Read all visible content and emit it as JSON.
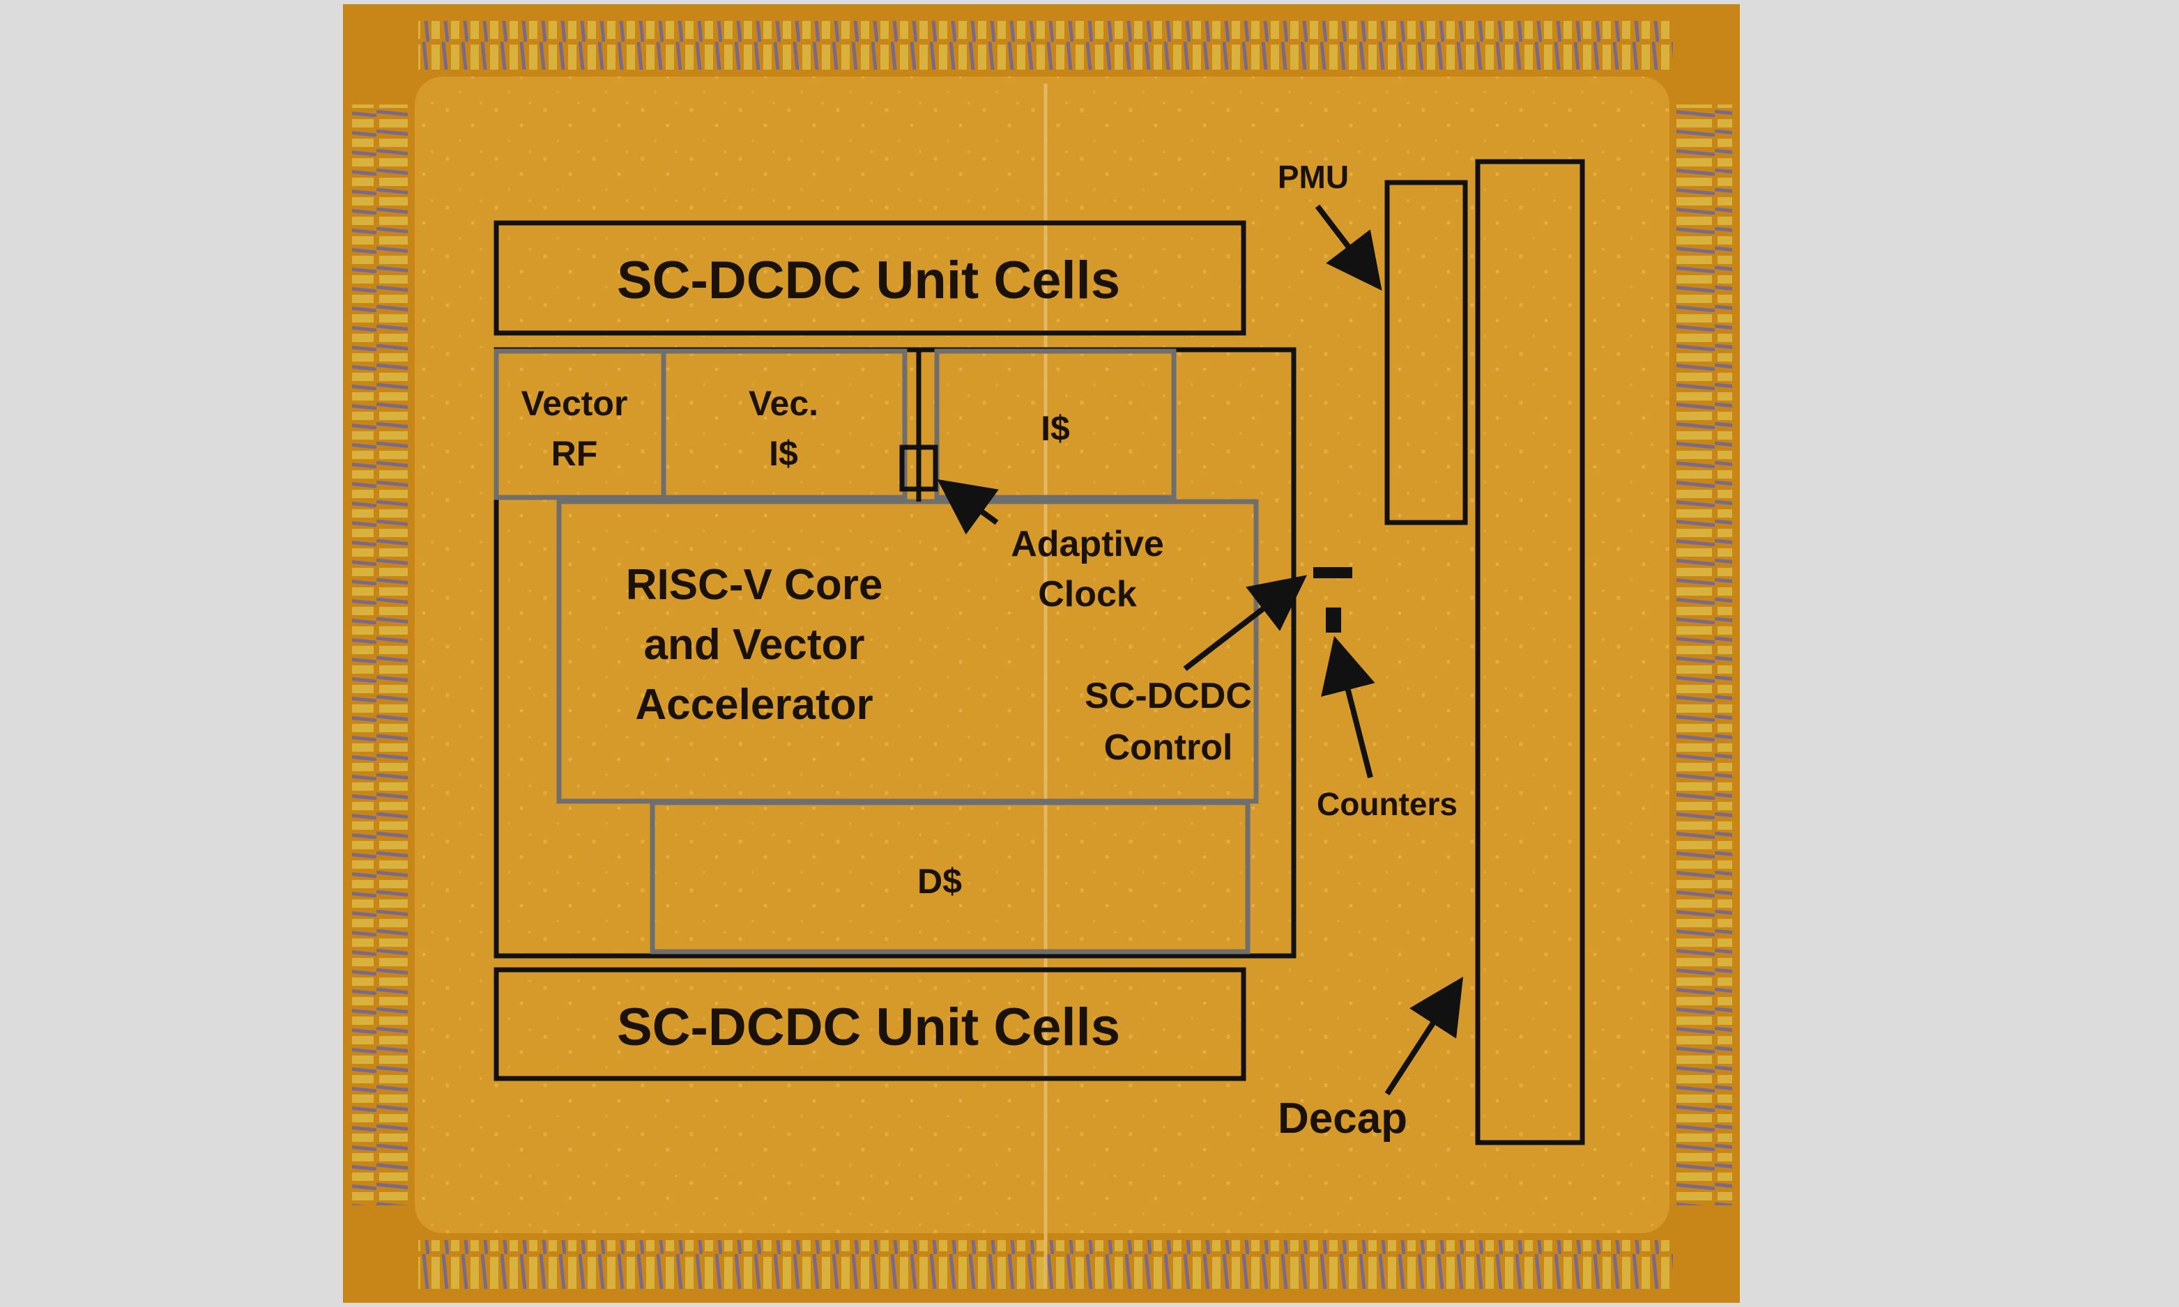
{
  "colors": {
    "page_background": "#dcdcdc",
    "die_base": "#c98618",
    "die_core": "#d69a2a",
    "bond_pads": "#d8b23c",
    "bond_wires": "#7a6a8a",
    "block_outline_black": "#111111",
    "block_outline_gray": "#6e6e6e",
    "label_text": "#1a1208"
  },
  "labels": {
    "sc_dcdc_top": "SC-DCDC Unit Cells",
    "sc_dcdc_bottom": "SC-DCDC Unit Cells",
    "vector_rf_line1": "Vector",
    "vector_rf_line2": "RF",
    "vec_icache_line1": "Vec.",
    "vec_icache_line2": "I$",
    "icache": "I$",
    "core_line1": "RISC-V Core",
    "core_line2": "and Vector",
    "core_line3": "Accelerator",
    "dcache": "D$",
    "adaptive_clock_line1": "Adaptive",
    "adaptive_clock_line2": "Clock",
    "sc_dcdc_control_line1": "SC-DCDC",
    "sc_dcdc_control_line2": "Control",
    "counters": "Counters",
    "pmu": "PMU",
    "decap": "Decap"
  }
}
